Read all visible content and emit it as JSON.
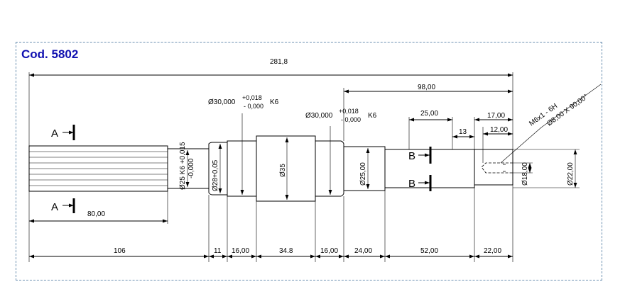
{
  "title": "Cod. 5802",
  "dims": {
    "overall": "281,8",
    "d98": "98,00",
    "d25": "25,00",
    "d17": "17,00",
    "d13": "13",
    "d12": "12,00",
    "d80": "80,00",
    "bottom": [
      "106",
      "11",
      "16,00",
      "34.8",
      "16,00",
      "24,00",
      "52,00",
      "22,00"
    ]
  },
  "diameters": {
    "k6_1_base": "Ø30,000",
    "k6_1_tol_upper": "+0,018",
    "k6_1_tol_lower": "- 0,000",
    "k6_1_grade": "K6",
    "k6_2_base": "Ø30,000",
    "k6_2_tol_upper": "+0,018",
    "k6_2_tol_lower": "- 0,000",
    "k6_2_grade": "K6",
    "d25k6": "Ø25 K6 +0,015",
    "d25k6_lower": "-0,000",
    "d28": "Ø28+0,05",
    "d35": "Ø35",
    "d25": "Ø25,00",
    "d18": "Ø18,00",
    "d22": "Ø22,00"
  },
  "thread_note": {
    "line1": "M6x1 - 6H",
    "line2": "Ø8,00 X 90,00°"
  },
  "sections": {
    "a_top": "A",
    "a_bottom": "A",
    "b_top": "B",
    "b_bottom": "B"
  }
}
